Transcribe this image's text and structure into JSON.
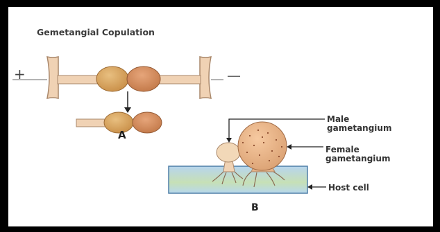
{
  "title": "Gemetangial Copulation",
  "mating_types": {
    "plus": "+",
    "minus": "—"
  },
  "panels": {
    "a": "A",
    "b": "B"
  },
  "labels": {
    "male_line1": "Male",
    "male_line2": "gametangium",
    "female_line1": "Female",
    "female_line2": "gametangium",
    "host_cell": "Host cell"
  },
  "colors": {
    "frame": "#000000",
    "hypha": "#f0d2b4",
    "hypha_outline": "#a9876a",
    "gametangium_left": "#d9a35d",
    "gametangium_right": "#cd8a5c",
    "host_cell_top": "#b9d7ee",
    "host_cell_band": "#c4ddb8"
  }
}
